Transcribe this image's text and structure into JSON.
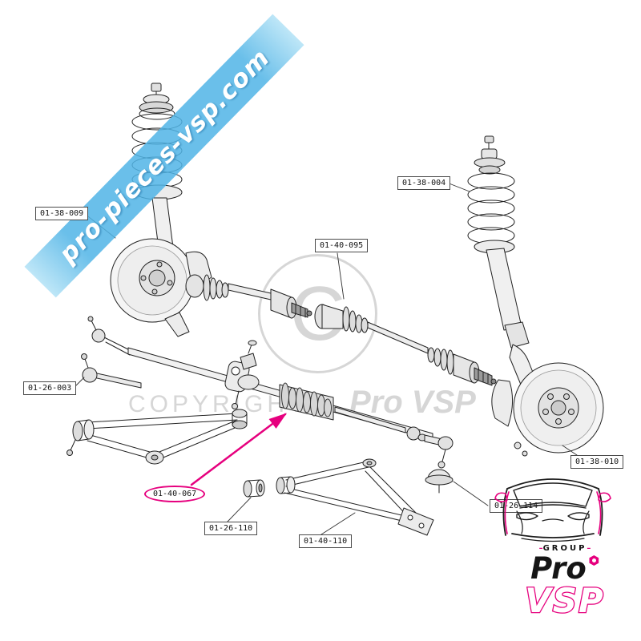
{
  "watermarks": {
    "ribbon_text": "pro-pieces-vsp.com",
    "copyright_word": "COPYRIGHT",
    "copyright_symbol": "C",
    "brand_text": "Pro VSP"
  },
  "colors": {
    "accent_pink": "#e6007e",
    "ribbon_blue": "#56b4e4",
    "watermark_gray": "#d6d6d6",
    "line_color": "#222222"
  },
  "diagram": {
    "parts": [
      {
        "code": "01-38-009",
        "highlighted": false
      },
      {
        "code": "01-38-004",
        "highlighted": false
      },
      {
        "code": "01-40-095",
        "highlighted": false
      },
      {
        "code": "01-26-003",
        "highlighted": false
      },
      {
        "code": "01-38-010",
        "highlighted": false
      },
      {
        "code": "01-40-067",
        "highlighted": true
      },
      {
        "code": "01-26-110",
        "highlighted": false
      },
      {
        "code": "01-40-110",
        "highlighted": false
      },
      {
        "code": "01-26-114",
        "highlighted": false
      }
    ]
  },
  "logo": {
    "dash": "–",
    "group_label": "GROUP",
    "brand_primary": "Pro",
    "brand_secondary": "VSP"
  }
}
